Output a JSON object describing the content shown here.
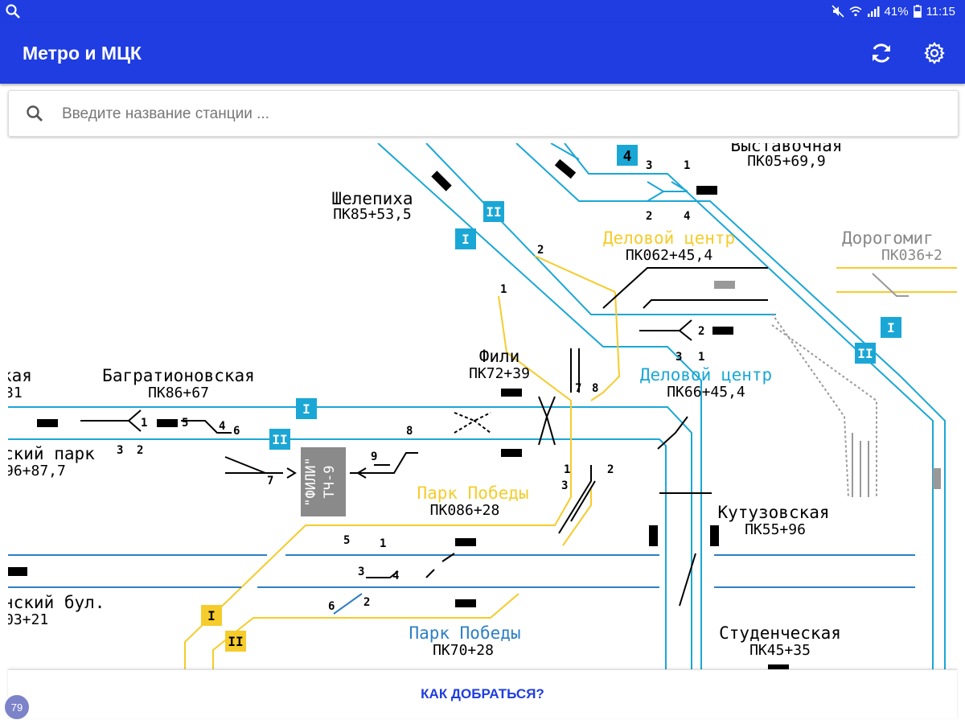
{
  "status_bar": {
    "battery": "41%",
    "time": "11:15"
  },
  "app_bar": {
    "title": "Метро и МЦК"
  },
  "search": {
    "placeholder": "Введите название станции ..."
  },
  "map": {
    "colors": {
      "light_blue": "#1ba7d6",
      "yellow": "#f5cc2c",
      "mid_blue": "#2e7fc4",
      "black": "#000000",
      "gray": "#888888"
    },
    "stations": {
      "vystavochnaya": {
        "name": "Выставочная",
        "km": "ПК05+69,9"
      },
      "shelepikha": {
        "name": "Шелепиха",
        "km": "ПК85+53,5"
      },
      "delovoy_yellow": {
        "name": "Деловой центр",
        "km": "ПК062+45,4"
      },
      "dorogomilovskaya": {
        "name": "Дорогомиг",
        "km": "ПК036+2"
      },
      "fili": {
        "name": "Фили",
        "km": "ПК72+39"
      },
      "delovoy_blue": {
        "name": "Деловой центр",
        "km": "ПК66+45,4"
      },
      "partial_left": {
        "name": "кая",
        "km": "31"
      },
      "bagrationovskaya": {
        "name": "Багратионовская",
        "km": "ПК86+67"
      },
      "park_left": {
        "name": "ский парк",
        "km": "96+87,7"
      },
      "park_pobedy_yellow": {
        "name": "Парк Победы",
        "km": "ПК086+28"
      },
      "kutuzovskaya": {
        "name": "Кутузовская",
        "km": "ПК55+96"
      },
      "bul_left": {
        "name": "нский бул.",
        "km": "03+21"
      },
      "park_pobedy_blue": {
        "name": "Парк Победы",
        "km": "ПК70+28"
      },
      "studencheskaya": {
        "name": "Студенческая",
        "km": "ПК45+35"
      }
    },
    "depot": {
      "line1": "\"ФИЛИ\"",
      "line2": "ТЧ-9"
    },
    "track_badges": {
      "four": "4",
      "one": "I",
      "two": "II"
    },
    "switch_numbers": [
      "1",
      "2",
      "3",
      "4",
      "5",
      "6",
      "7",
      "8",
      "9"
    ]
  },
  "bottom_button": {
    "label": "КАК ДОБРАТЬСЯ?"
  },
  "badge": {
    "count": "79"
  }
}
